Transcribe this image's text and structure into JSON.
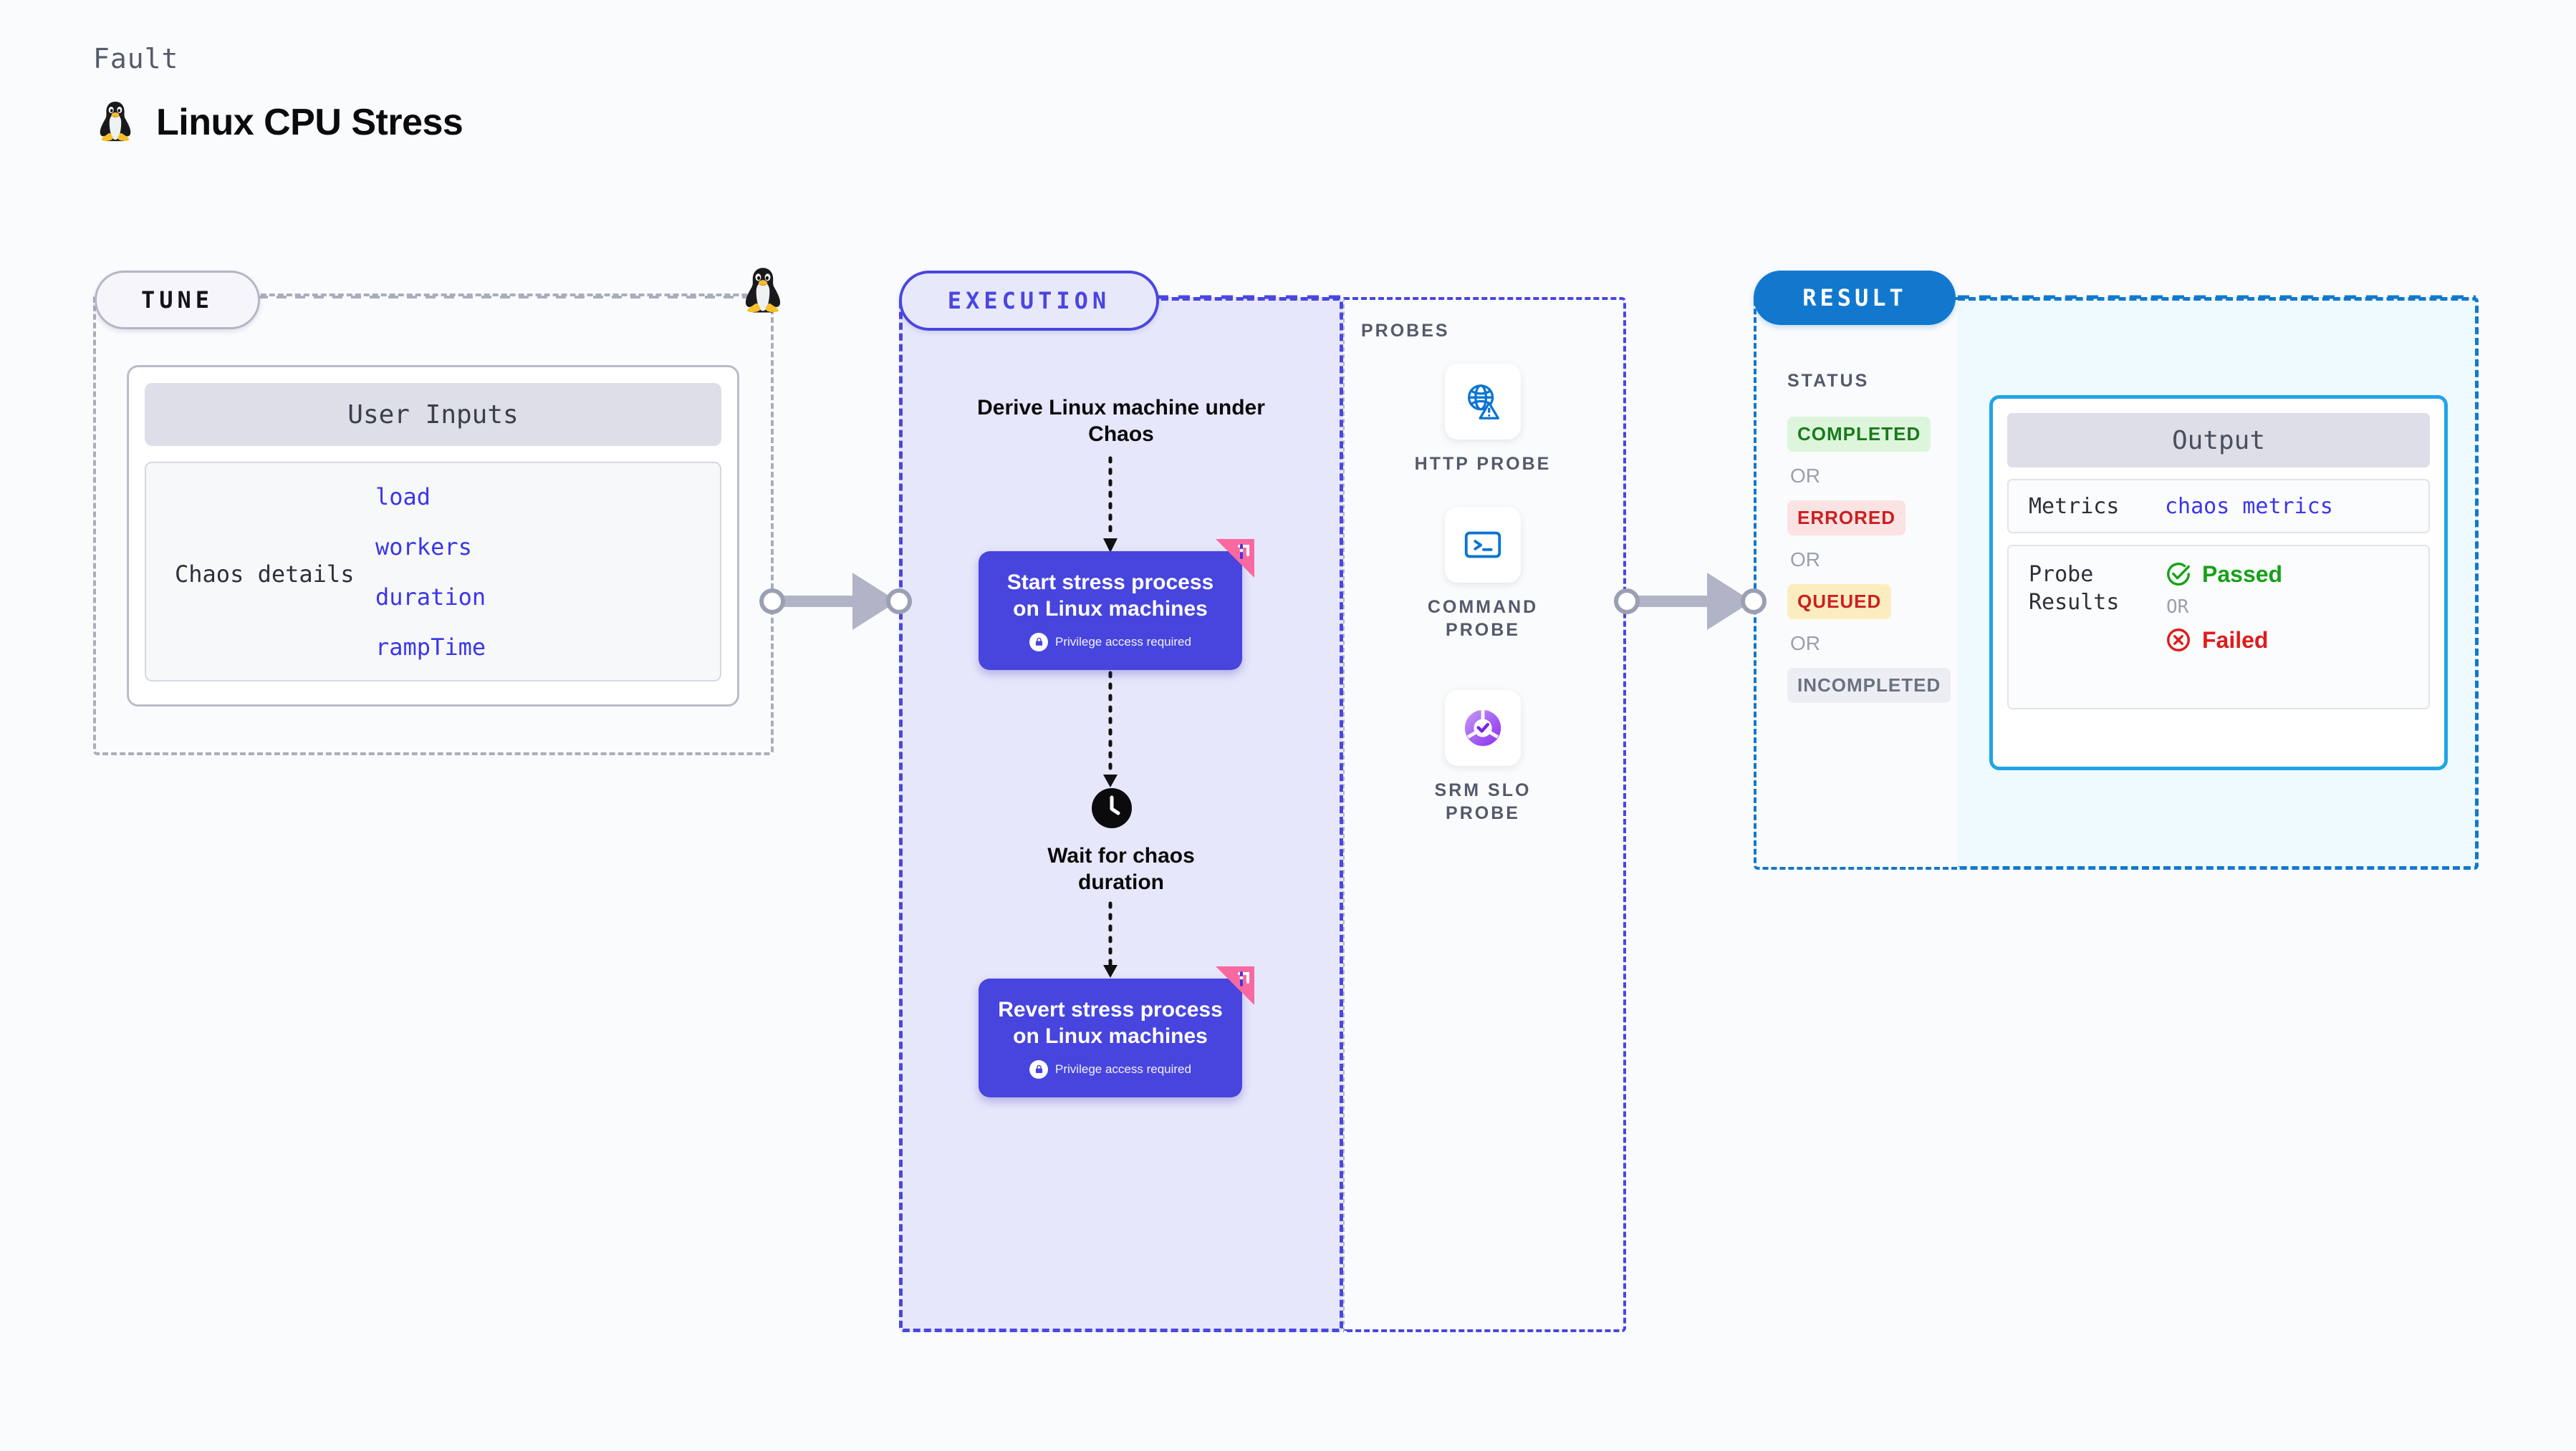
{
  "header": {
    "eyebrow": "Fault",
    "title": "Linux CPU Stress",
    "icon": "tux-penguin-icon"
  },
  "tune": {
    "pill_label": "TUNE",
    "card_title": "User Inputs",
    "section_label": "Chaos details",
    "params": [
      "load",
      "workers",
      "duration",
      "rampTime"
    ]
  },
  "execution": {
    "pill_label": "EXECUTION",
    "derive_step": "Derive Linux machine under Chaos",
    "start_step": {
      "title": "Start stress process on Linux machines",
      "badge": "Privilege access required",
      "badge_icon": "lock-icon",
      "corner_icon": "harness-flag-icon"
    },
    "wait_step": {
      "title": "Wait for chaos duration",
      "icon": "clock-icon"
    },
    "revert_step": {
      "title": "Revert stress process on Linux machines",
      "badge": "Privilege access required",
      "badge_icon": "lock-icon",
      "corner_icon": "harness-flag-icon"
    }
  },
  "probes": {
    "label": "PROBES",
    "items": [
      {
        "caption": "HTTP PROBE",
        "icon": "globe-warning-icon"
      },
      {
        "caption": "COMMAND PROBE",
        "icon": "terminal-icon"
      },
      {
        "caption": "SRM SLO PROBE",
        "icon": "slo-donut-check-icon"
      }
    ]
  },
  "result": {
    "pill_label": "RESULT",
    "status_label": "STATUS",
    "or_label": "OR",
    "statuses": [
      {
        "label": "COMPLETED",
        "color": "#1a7a1a",
        "bg": "#ddf5dd"
      },
      {
        "label": "ERRORED",
        "color": "#cc1f1f",
        "bg": "#fbe3e3"
      },
      {
        "label": "QUEUED",
        "color": "#cc1f1f",
        "bg": "#fcedc0"
      },
      {
        "label": "INCOMPLETED",
        "color": "#6a7180",
        "bg": "#eceef3"
      }
    ],
    "output": {
      "title": "Output",
      "metrics_key": "Metrics",
      "metrics_value": "chaos metrics",
      "probe_key": "Probe Results",
      "passed_label": "Passed",
      "passed_color": "#17a117",
      "failed_label": "Failed",
      "failed_color": "#e01b1b",
      "or_label": "OR",
      "passed_icon": "check-circle-icon",
      "failed_icon": "x-circle-icon"
    }
  },
  "colors": {
    "accent_indigo": "#4745de",
    "accent_blue": "#1278ce",
    "accent_cyan": "#22a3e8",
    "flag_pink": "#f9699f"
  }
}
